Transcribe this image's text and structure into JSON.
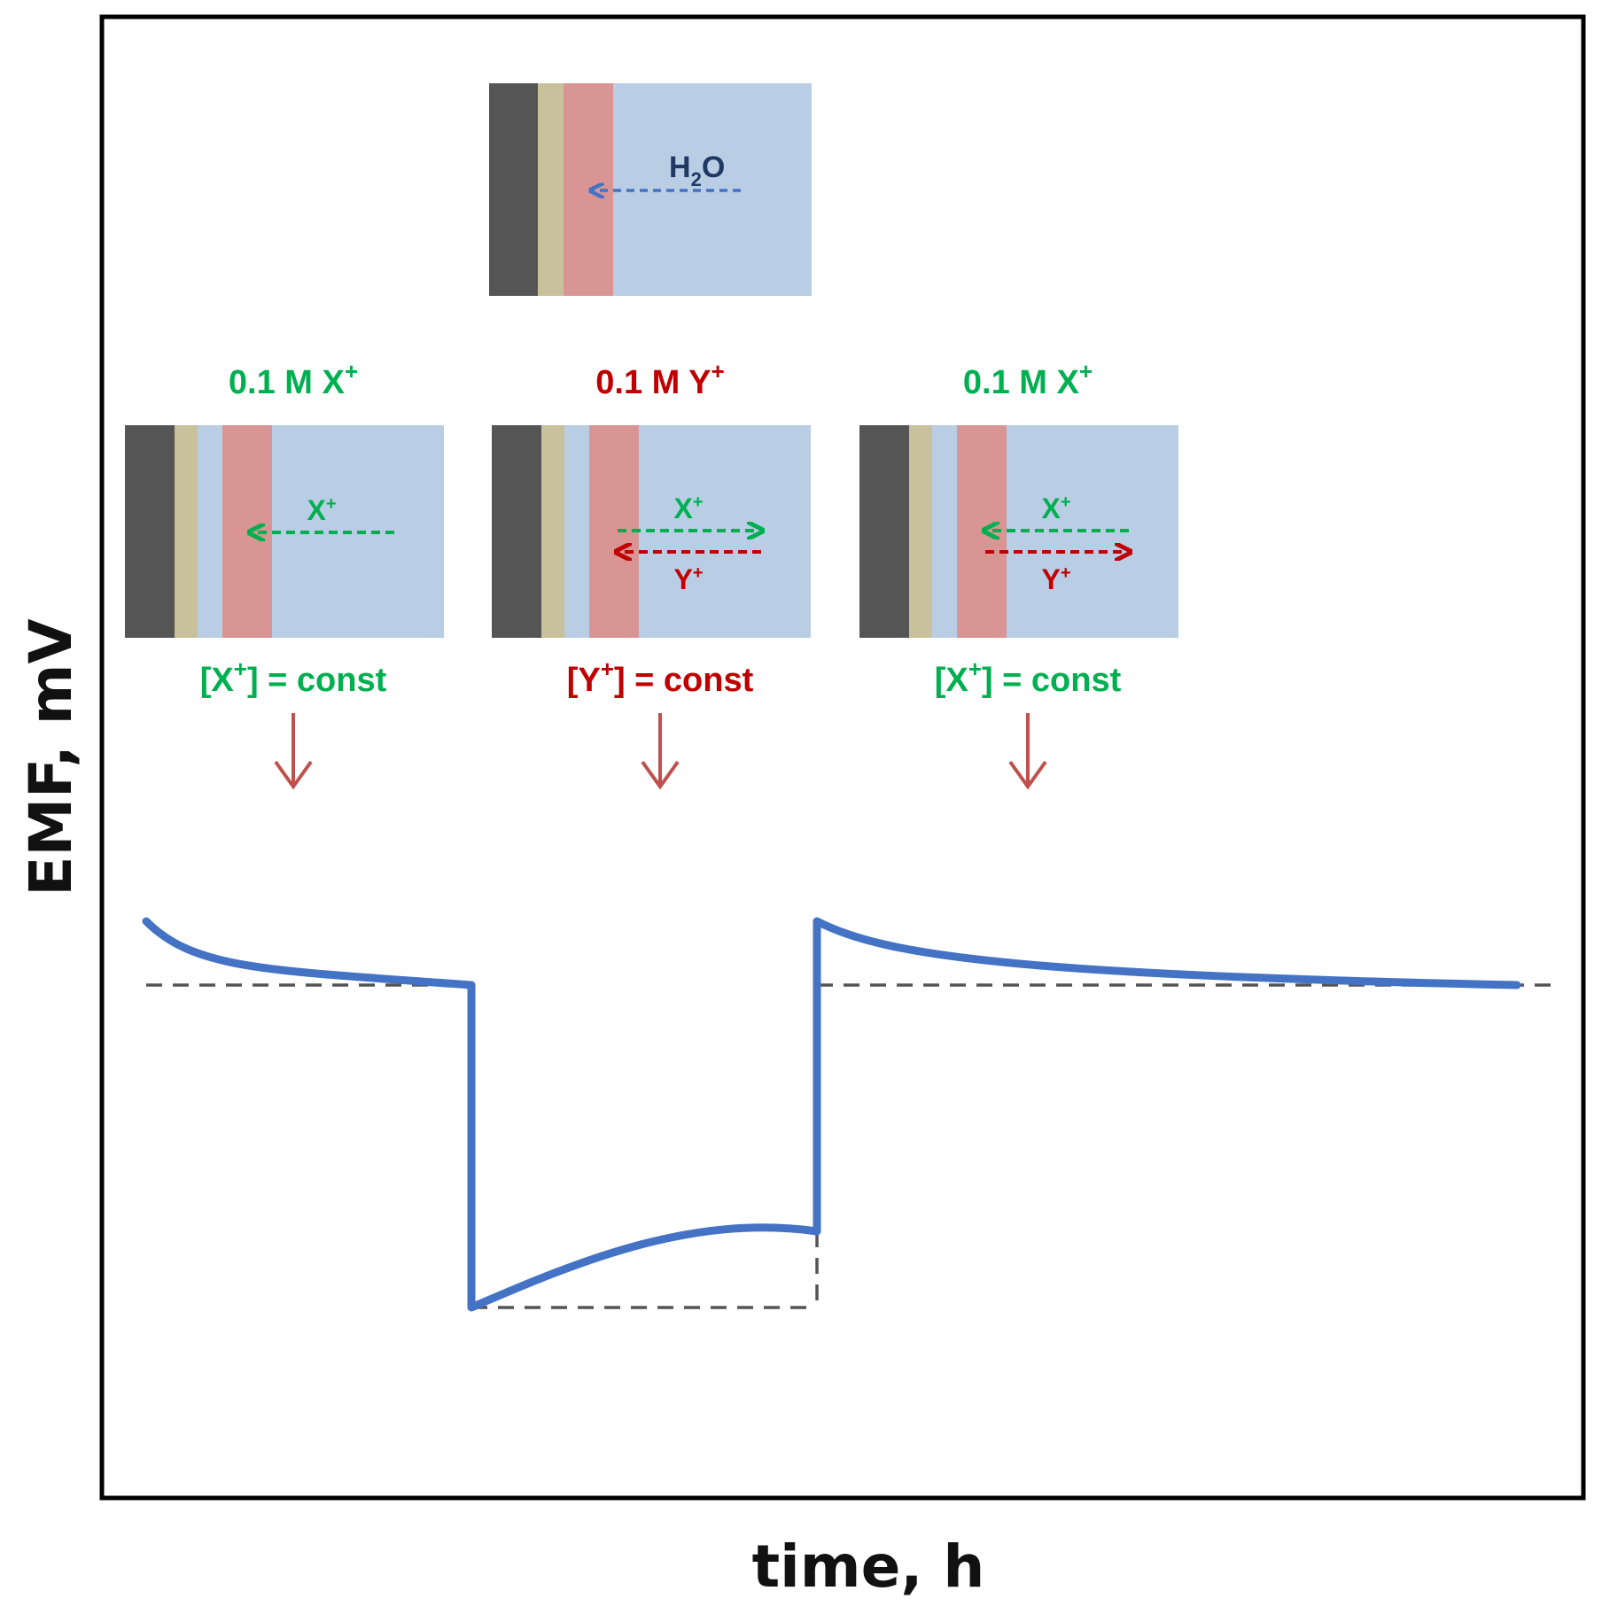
{
  "axes": {
    "x_label": "time, h",
    "y_label": "EMF, mV"
  },
  "colors": {
    "electrode": "#555555",
    "layer": "#c8c19b",
    "membrane": "#d99594",
    "solution": "#b9cde5",
    "green": "#00b050",
    "red": "#c00000",
    "water_arrow": "#4472c4",
    "water_label": "#1f3864",
    "curve": "#4472c4",
    "pointer": "#c0504d",
    "frame": "#000000",
    "reference": "#555555"
  },
  "water_panel": {
    "label_main": "H",
    "label_sub": "2",
    "label_end": "O"
  },
  "stages": [
    {
      "title": "0.1 M X",
      "title_sup": "+",
      "title_color": "green",
      "arrows": [
        {
          "ion": "X",
          "sup": "+",
          "color": "green",
          "direction": "in"
        }
      ],
      "condition_open": "[X",
      "condition_sup": "+",
      "condition_close": "] = const",
      "condition_color": "green"
    },
    {
      "title": "0.1 M Y",
      "title_sup": "+",
      "title_color": "red",
      "arrows": [
        {
          "ion": "X",
          "sup": "+",
          "color": "green",
          "direction": "out"
        },
        {
          "ion": "Y",
          "sup": "+",
          "color": "red",
          "direction": "in"
        }
      ],
      "condition_open": "[Y",
      "condition_sup": "+",
      "condition_close": "] = const",
      "condition_color": "red"
    },
    {
      "title": "0.1 M X",
      "title_sup": "+",
      "title_color": "green",
      "arrows": [
        {
          "ion": "X",
          "sup": "+",
          "color": "green",
          "direction": "in"
        },
        {
          "ion": "Y",
          "sup": "+",
          "color": "red",
          "direction": "out"
        }
      ],
      "condition_open": "[X",
      "condition_sup": "+",
      "condition_close": "] = const",
      "condition_color": "green"
    }
  ]
}
